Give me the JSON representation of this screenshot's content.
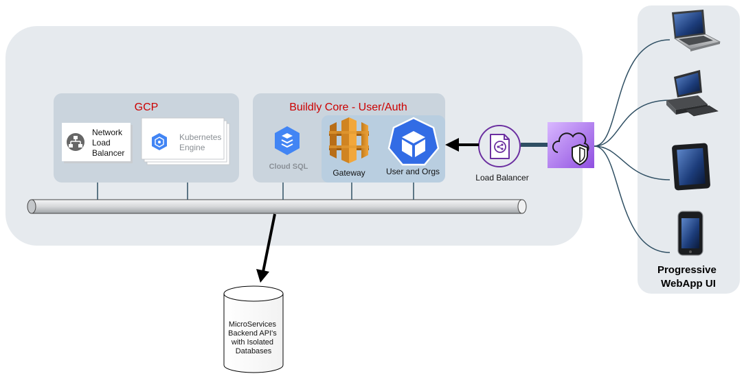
{
  "colors": {
    "background": "#ffffff",
    "main_panel": "#e6eaee",
    "group_box": "#cad4dd",
    "highlight_box": "#b9cee0",
    "title_red": "#cc0000",
    "connector": "#2f4f63",
    "bus_fill": "#d9dbdc",
    "purple": "#6b2fa0",
    "gcp_blue": "#4285f4"
  },
  "gcp": {
    "title": "GCP",
    "network_lb": {
      "label_lines": [
        "Network",
        "Load",
        "Balancer"
      ],
      "icon": "network-topology-icon"
    },
    "kubernetes": {
      "label_lines": [
        "Kubernetes",
        "Engine"
      ],
      "icon": "kubernetes-engine-icon"
    }
  },
  "core": {
    "title": "Buildly Core - User/Auth",
    "cloud_sql": {
      "label": "Cloud SQL",
      "icon": "cloud-sql-icon"
    },
    "gateway": {
      "label": "Gateway",
      "icon": "api-gateway-icon"
    },
    "user_orgs": {
      "label": "User and Orgs",
      "icon": "cube-icon"
    }
  },
  "load_balancer": {
    "label": "Load Balancer",
    "icon": "load-balancer-icon"
  },
  "waf": {
    "icon": "cloud-shield-icon"
  },
  "database": {
    "label_lines": [
      "MicroServices",
      "Backend API's",
      "with Isolated",
      "Databases"
    ],
    "icon": "database-cylinder-icon"
  },
  "clients": {
    "title_lines": [
      "Progressive",
      "WebApp UI"
    ],
    "devices": [
      "laptop-icon",
      "desktop-computer-icon",
      "tablet-icon",
      "smartphone-icon"
    ]
  }
}
